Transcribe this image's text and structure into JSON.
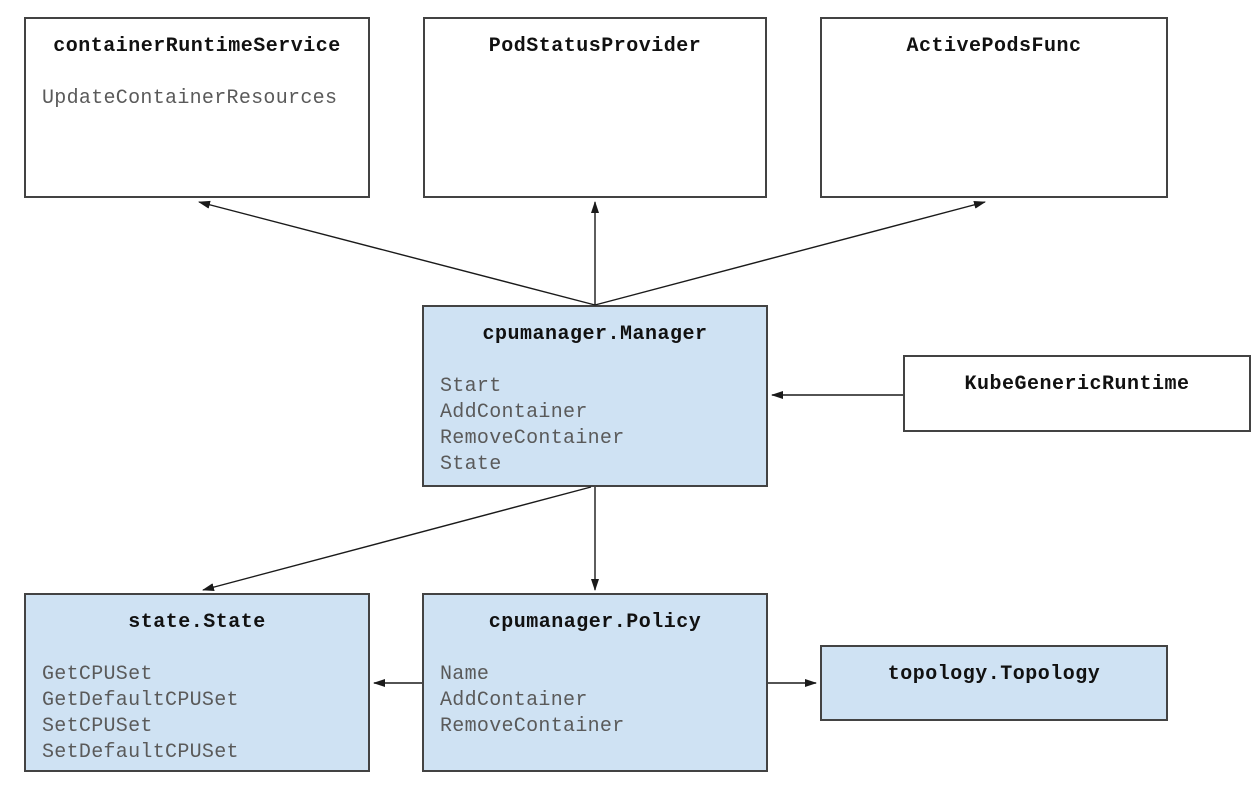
{
  "colors": {
    "highlight_fill": "#cfe2f3",
    "plain_fill": "#ffffff",
    "node_border": "#434343",
    "title_text": "#111111",
    "method_text": "#5a5a5a",
    "arrow": "#1a1a1a",
    "background": "#ffffff"
  },
  "nodes": {
    "containerRuntimeService": {
      "title": "containerRuntimeService",
      "methods": [
        "UpdateContainerResources"
      ]
    },
    "podStatusProvider": {
      "title": "PodStatusProvider",
      "methods": []
    },
    "activePodsFunc": {
      "title": "ActivePodsFunc",
      "methods": []
    },
    "cpumanagerManager": {
      "title": "cpumanager.Manager",
      "methods": [
        "Start",
        "AddContainer",
        "RemoveContainer",
        "State"
      ]
    },
    "kubeGenericRuntime": {
      "title": "KubeGenericRuntime",
      "methods": []
    },
    "stateState": {
      "title": "state.State",
      "methods": [
        "GetCPUSet",
        "GetDefaultCPUSet",
        "SetCPUSet",
        "SetDefaultCPUSet"
      ]
    },
    "cpumanagerPolicy": {
      "title": "cpumanager.Policy",
      "methods": [
        "Name",
        "AddContainer",
        "RemoveContainer"
      ]
    },
    "topologyTopology": {
      "title": "topology.Topology",
      "methods": []
    }
  },
  "edges": [
    {
      "from": "cpumanager.Manager",
      "to": "containerRuntimeService"
    },
    {
      "from": "cpumanager.Manager",
      "to": "PodStatusProvider"
    },
    {
      "from": "cpumanager.Manager",
      "to": "ActivePodsFunc"
    },
    {
      "from": "KubeGenericRuntime",
      "to": "cpumanager.Manager"
    },
    {
      "from": "cpumanager.Manager",
      "to": "state.State"
    },
    {
      "from": "cpumanager.Manager",
      "to": "cpumanager.Policy"
    },
    {
      "from": "cpumanager.Policy",
      "to": "state.State"
    },
    {
      "from": "cpumanager.Policy",
      "to": "topology.Topology"
    }
  ]
}
